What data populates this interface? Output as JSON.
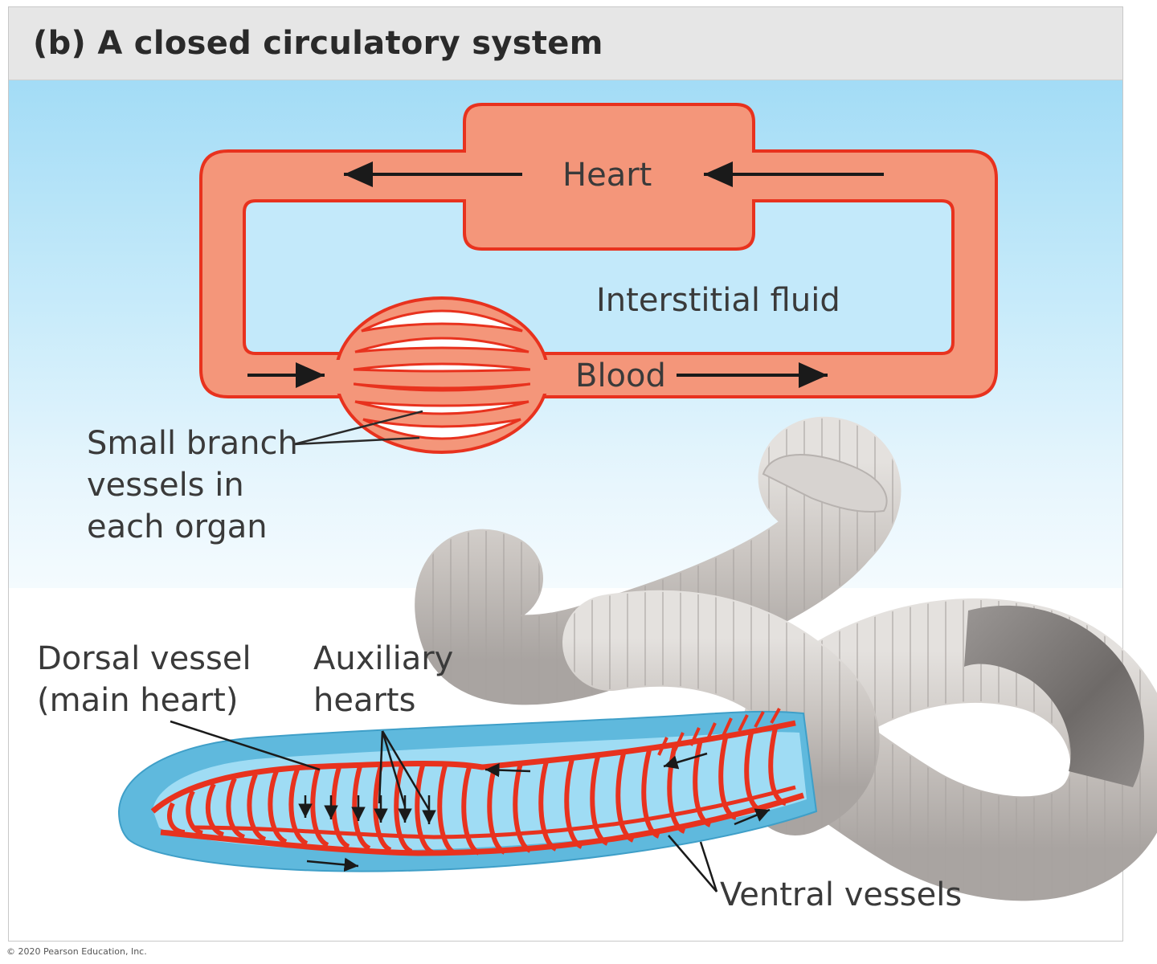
{
  "title": "(b) A closed circulatory system",
  "labels": {
    "heart": "Heart",
    "interstitial_fluid": "Interstitial fluid",
    "blood": "Blood",
    "small_branch": "Small branch\nvessels in\neach organ",
    "dorsal_vessel": "Dorsal vessel\n(main heart)",
    "auxiliary_hearts": "Auxiliary\nhearts",
    "ventral_vessels": "Ventral vessels"
  },
  "copyright": "© 2020 Pearson Education, Inc.",
  "colors": {
    "vessel_fill": "#f4967a",
    "vessel_stroke": "#e8321e",
    "worm_body": "#c9c4c0",
    "worm_dark": "#8a8684",
    "worm_interior": "#9fdcf4",
    "worm_outer": "#5fb9dd"
  }
}
